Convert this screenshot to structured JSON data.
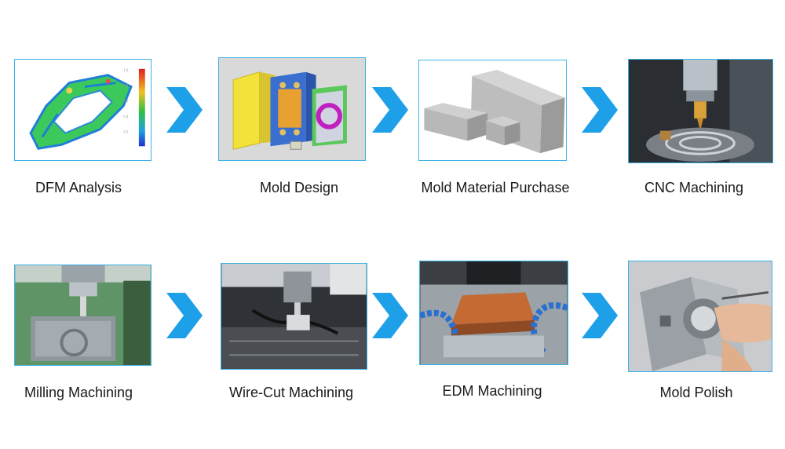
{
  "steps": [
    {
      "label": "DFM Analysis"
    },
    {
      "label": "Mold Design"
    },
    {
      "label": "Mold Material Purchase"
    },
    {
      "label": "CNC Machining"
    },
    {
      "label": "Milling Machining"
    },
    {
      "label": "Wire-Cut Machining"
    },
    {
      "label": "EDM Machining"
    },
    {
      "label": "Mold Polish"
    }
  ],
  "colors": {
    "frame": "#39b3e6",
    "arrow": "#1ea0e8"
  },
  "icons": {
    "arrow": "chevron-right-icon"
  }
}
